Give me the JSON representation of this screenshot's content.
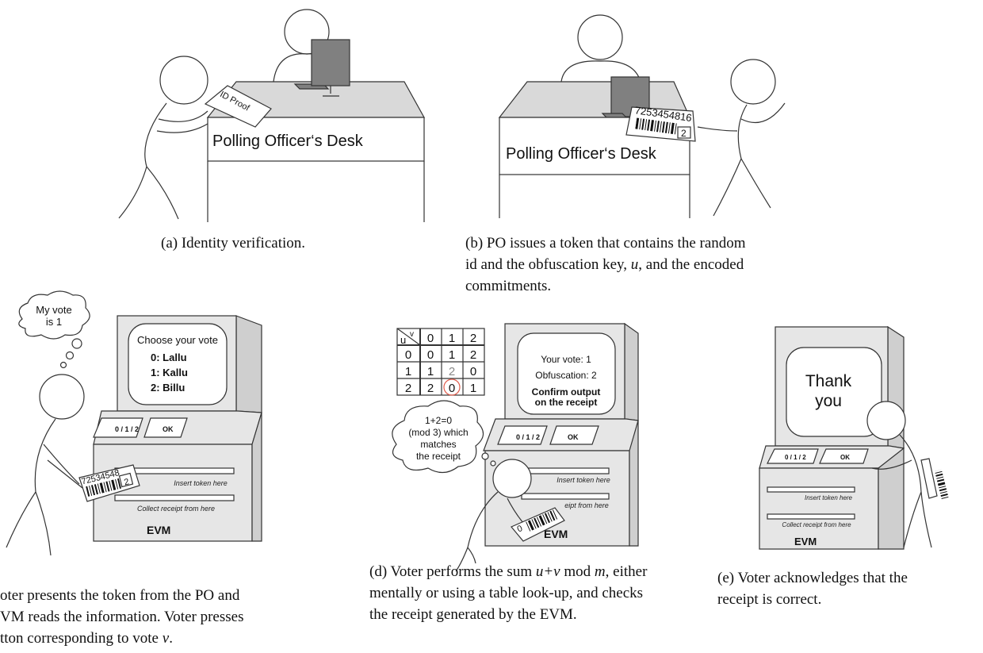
{
  "panel_a": {
    "id_card": "ID Proof",
    "desk_label": "Polling Officer‘s Desk",
    "caption": "(a) Identity verification."
  },
  "panel_b": {
    "token_number": "7253454816",
    "token_key": "2",
    "desk_label": "Polling Officer‘s Desk",
    "caption_line1": "(b) PO issues a token that contains the random",
    "caption_line2_pre": "id and the obfuscation key,",
    "caption_line2_math": "u",
    "caption_line2_post": ", and the encoded",
    "caption_line3": "commitments."
  },
  "panel_c": {
    "thought_line1": "My vote",
    "thought_line2": "is 1",
    "screen_title": "Choose your vote",
    "options": [
      "0: Lallu",
      "1: Kallu",
      "2: Billu"
    ],
    "buttons_label": "0 / 1 / 2",
    "ok_label": "OK",
    "insert_label": "Insert token here",
    "collect_label": "Collect receipt from here",
    "machine_label": "EVM",
    "token_number": "72534548",
    "token_key": "2",
    "caption_line1": "oter presents the token from the PO and",
    "caption_line2": "VM reads the information. Voter presses",
    "caption_line3_pre": "tton corresponding to vote",
    "caption_line3_math": "v",
    "caption_line3_post": "."
  },
  "panel_d": {
    "table_corner_v": "v",
    "table_corner_u": "u",
    "table_header": [
      "0",
      "1",
      "2"
    ],
    "table_rows": [
      {
        "u": "0",
        "cells": [
          "0",
          "1",
          "2"
        ]
      },
      {
        "u": "1",
        "cells": [
          "1",
          "2",
          "0"
        ]
      },
      {
        "u": "2",
        "cells": [
          "2",
          "0",
          "1"
        ]
      }
    ],
    "screen_line1": "Your vote: 1",
    "screen_line2": "Obfuscation: 2",
    "screen_line3": "Confirm output",
    "screen_line4": "on the receipt",
    "thought_lines": [
      "1+2=0",
      "(mod 3) which",
      "matches",
      "the receipt"
    ],
    "buttons_label": "0 / 1 / 2",
    "ok_label": "OK",
    "insert_label": "Insert token here",
    "collect_label": "eipt from here",
    "receipt_digit": "0",
    "machine_label": "EVM",
    "caption_line1_pre": "(d) Voter performs the sum",
    "caption_line1_math": "u+v",
    "caption_line1_mid": "mod",
    "caption_line1_math2": "m",
    "caption_line1_post": ", either",
    "caption_line2": "mentally or using a table look-up, and checks",
    "caption_line3": "the receipt generated by the EVM."
  },
  "panel_e": {
    "screen_line1": "Thank",
    "screen_line2": "you",
    "buttons_label": "0 / 1 / 2",
    "ok_label": "OK",
    "insert_label": "Insert token here",
    "collect_label": "Collect receipt from here",
    "machine_label": "EVM",
    "caption_line1": "(e) Voter acknowledges that the",
    "caption_line2": "receipt is correct."
  },
  "colors": {
    "stroke": "#333333",
    "desk_top": "#d9d9d9",
    "monitor": "#808080",
    "evm_side": "#cfcfcf",
    "evm_front": "#e6e6e6",
    "highlight_circle": "#e05a4a"
  }
}
